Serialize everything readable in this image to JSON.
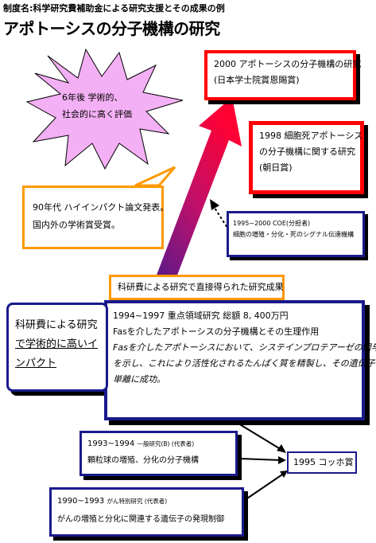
{
  "header": {
    "system_name": "制度名:科学研究費補助金による研究支援とその成果の例"
  },
  "title": "アポトーシスの分子機構の研究",
  "star": {
    "line1": "6年後 学術的、",
    "line2": "社会的に高く評価"
  },
  "award_2000": {
    "line1": "2000 アポトーシスの分子機構の研究",
    "line2": "(日本学士院賞恩賜賞)"
  },
  "award_1998": {
    "line1": "1998 細胞死アポトーシス",
    "line2": "の分子機構に関する研究",
    "line3": "(朝日賞)"
  },
  "coe": {
    "line1": "1995~2000 COE(分担者)",
    "line2": "細胞の増殖・分化・死のシグナル伝達機構"
  },
  "nineties": {
    "line1": "90年代 ハイインパクト論文発表。",
    "line2": "国内外の学術賞受賞。"
  },
  "results_label": "科研費による研究で直接得られた研究成果",
  "main_project": {
    "line1": "1994~1997 重点領域研究 総額 8, 400万円",
    "line2": "Fasを介したアポトーシスの分子機構とその生理作用",
    "line3": "Fasを介したアポトーシスにおいて、システインプロテアーゼの関与",
    "line4": "を示し、これにより活性化されるたんぱく質を精製し、その遺伝子の",
    "line5": "単離に成功。"
  },
  "impact": {
    "line1": "科研費による研究",
    "line2": "で学術的に高いイ",
    "line3": "ンパクト"
  },
  "project_1993": {
    "line1_a": "1993~1994",
    "line1_b": "一般研究(B) (代表者)",
    "line2": "顆粒球の増殖、分化の分子機構"
  },
  "project_1990": {
    "line1_a": "1990~1993",
    "line1_b": "がん特別研究 (代表者)",
    "line2": "がんの増殖と分化に関連する遺伝子の発現制御"
  },
  "award_1995": "1995 コッホ賞",
  "colors": {
    "red": "#ff0000",
    "navy": "#1a1a8c",
    "orange": "#ff9900",
    "arrow_top": "#ff0033",
    "arrow_bottom": "#6a1b9a"
  }
}
